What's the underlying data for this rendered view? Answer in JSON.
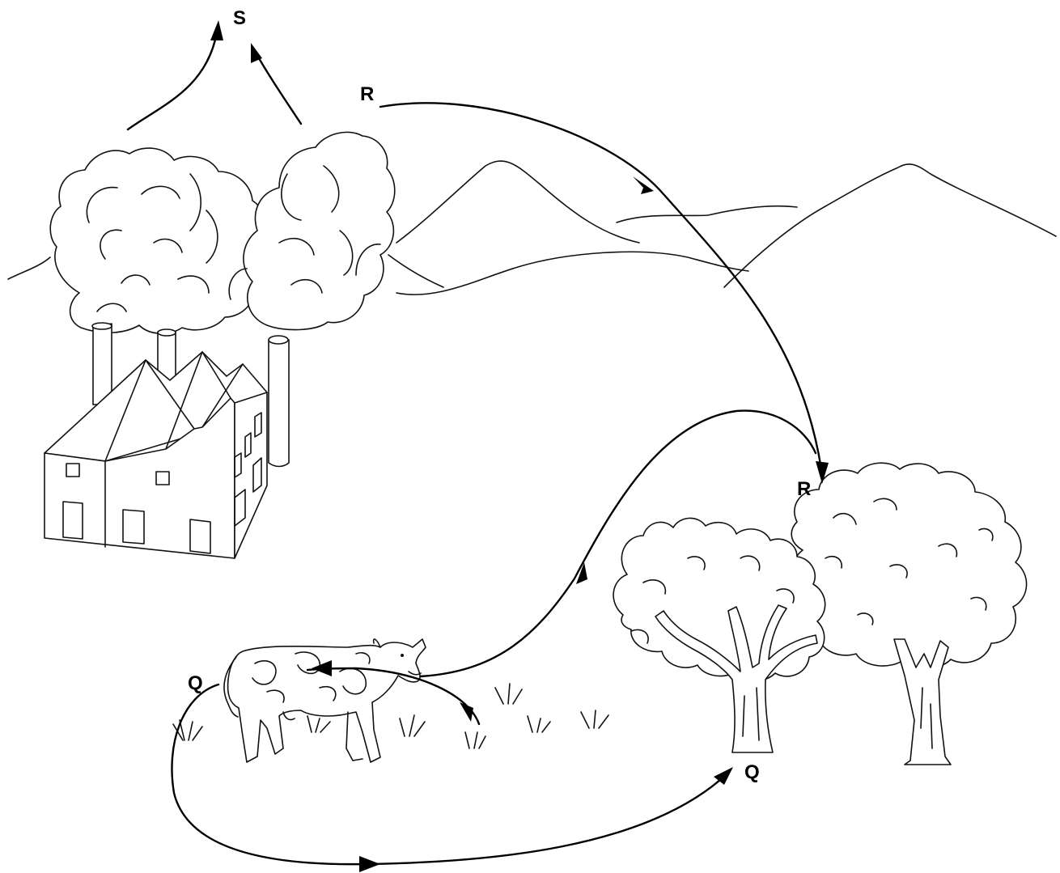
{
  "labels": {
    "s_top": "S",
    "r_cloud": "R",
    "r_trees": "R",
    "q_cow": "Q",
    "q_tree": "Q"
  },
  "colors": {
    "ink": "#111111",
    "background": "#ffffff"
  },
  "icons": {
    "factory": "factory-icon",
    "smoke": "smoke-cloud-icon",
    "mountains": "mountain-icon",
    "cow": "cow-icon",
    "trees": "tree-icon",
    "grass": "grass-icon"
  }
}
